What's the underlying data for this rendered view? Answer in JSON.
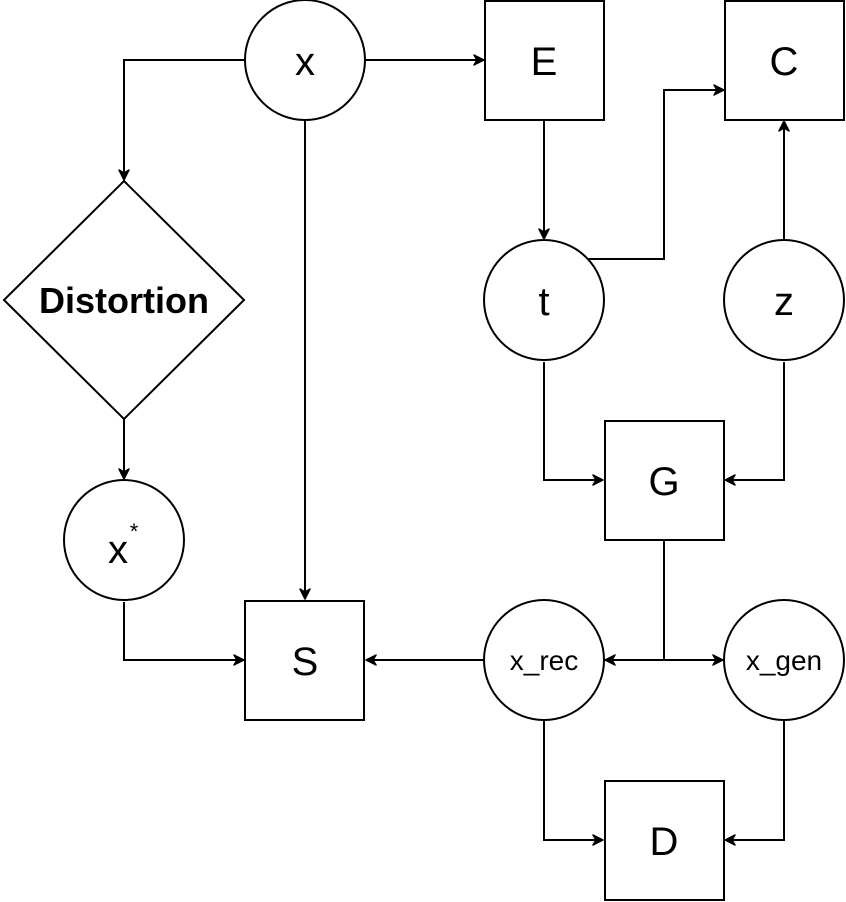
{
  "diagram": {
    "nodes": {
      "x": {
        "label": "x",
        "shape": "circle"
      },
      "E": {
        "label": "E",
        "shape": "box"
      },
      "C": {
        "label": "C",
        "shape": "box"
      },
      "distortion": {
        "label": "Distortion",
        "shape": "diamond"
      },
      "t": {
        "label": "t",
        "shape": "circle"
      },
      "z": {
        "label": "z",
        "shape": "circle"
      },
      "G": {
        "label": "G",
        "shape": "box"
      },
      "x_star": {
        "label": "x",
        "superscript": "*",
        "shape": "circle"
      },
      "S": {
        "label": "S",
        "shape": "box"
      },
      "x_rec": {
        "label": "x_rec",
        "shape": "circle"
      },
      "x_gen": {
        "label": "x_gen",
        "shape": "circle"
      },
      "D": {
        "label": "D",
        "shape": "box"
      }
    },
    "edges": [
      {
        "from": "x",
        "to": "E"
      },
      {
        "from": "x",
        "to": "distortion"
      },
      {
        "from": "x",
        "to": "S"
      },
      {
        "from": "E",
        "to": "t"
      },
      {
        "from": "t",
        "to": "C"
      },
      {
        "from": "z",
        "to": "C"
      },
      {
        "from": "t",
        "to": "G"
      },
      {
        "from": "z",
        "to": "G"
      },
      {
        "from": "distortion",
        "to": "x_star"
      },
      {
        "from": "x_star",
        "to": "S"
      },
      {
        "from": "G",
        "to": "x_rec"
      },
      {
        "from": "G",
        "to": "x_gen"
      },
      {
        "from": "x_rec",
        "to": "S"
      },
      {
        "from": "x_rec",
        "to": "D"
      },
      {
        "from": "x_gen",
        "to": "D"
      }
    ]
  }
}
